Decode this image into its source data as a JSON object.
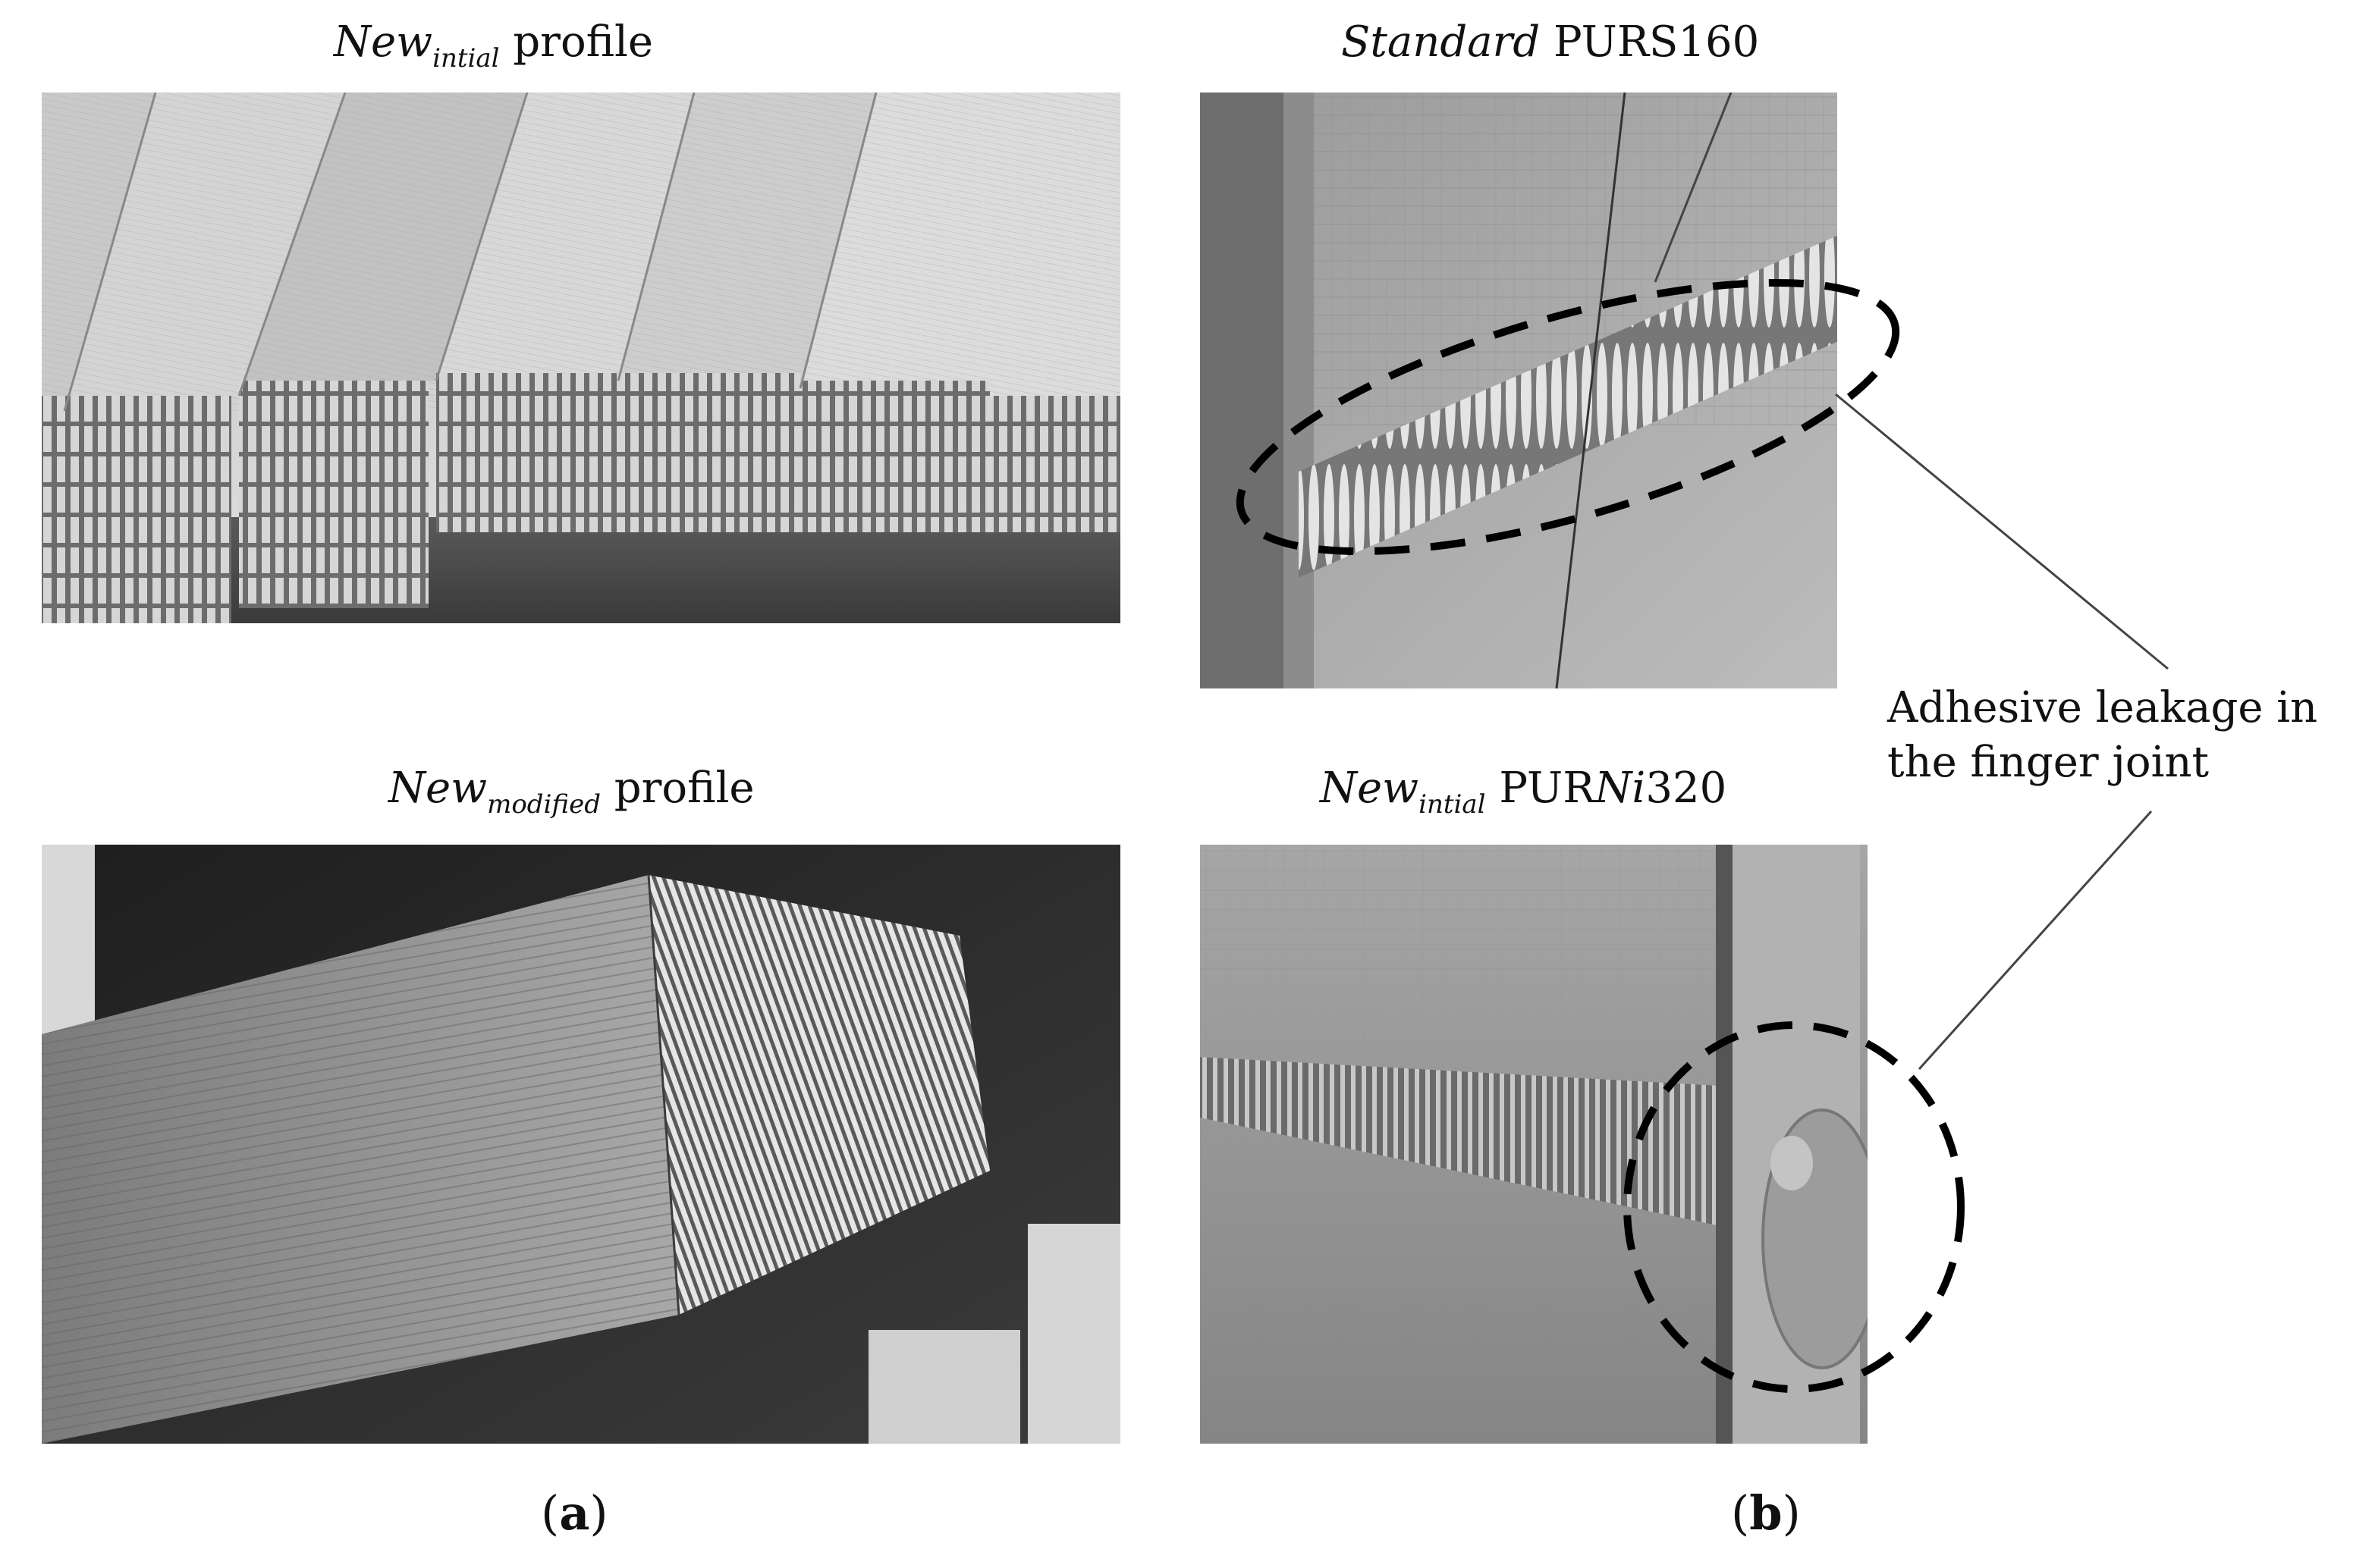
{
  "panel_a": {
    "top_caption": {
      "base": "New",
      "subscript": "intial",
      "rest": " profile"
    },
    "bottom_caption": {
      "base": "New",
      "subscript": "modified",
      "rest": " profile"
    },
    "label_open": "(",
    "label_letter": "a",
    "label_close": ")"
  },
  "panel_b": {
    "top_caption": {
      "italic": "Standard",
      "rest": " PURS160"
    },
    "bottom_caption": {
      "base": "New",
      "subscript": "intial",
      "rest_before": " PUR",
      "italic_mid": "Ni",
      "rest_after": "320"
    },
    "label_open": "(",
    "label_letter": "b",
    "label_close": ")",
    "annotation": {
      "line1": "Adhesive leakage in",
      "line2": "the finger joint"
    }
  }
}
